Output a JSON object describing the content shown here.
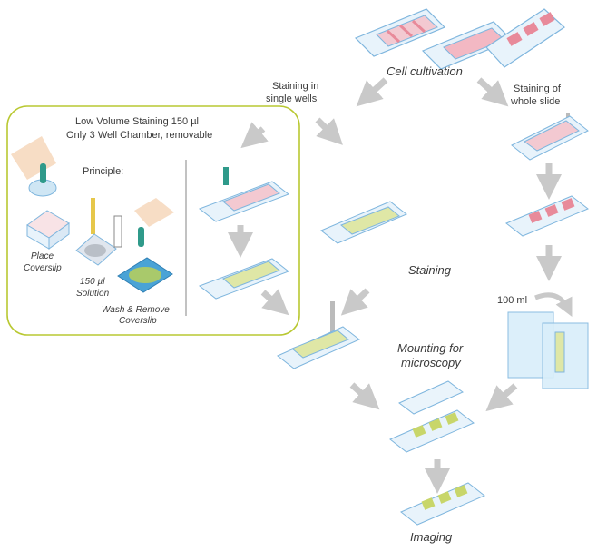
{
  "stages": {
    "cultivation": "Cell cultivation",
    "staining": "Staining",
    "mounting_line1": "Mounting for",
    "mounting_line2": "microscopy",
    "imaging": "Imaging"
  },
  "branches": {
    "single_line1": "Staining in",
    "single_line2": "single wells",
    "whole_line1": "Staining of",
    "whole_line2": "whole slide",
    "volume": "100 ml"
  },
  "panel": {
    "title_line1": "Low Volume Staining 150 µl",
    "title_line2": "Only 3 Well Chamber, removable",
    "principle": "Principle:",
    "step1_line1": "Place",
    "step1_line2": "Coverslip",
    "step2_line1": "150 µl",
    "step2_line2": "Solution",
    "step3_line1": "Wash & Remove",
    "step3_line2": "Coverslip"
  },
  "colors": {
    "glass": "#7fb6de",
    "glass_fill": "#e8f3fb",
    "cell_pink": "#e88a9a",
    "cell_green": "#c8d66a",
    "arrow": "#c9c9c9",
    "panel_border": "#b9c832",
    "teal": "#2f9a8a"
  }
}
